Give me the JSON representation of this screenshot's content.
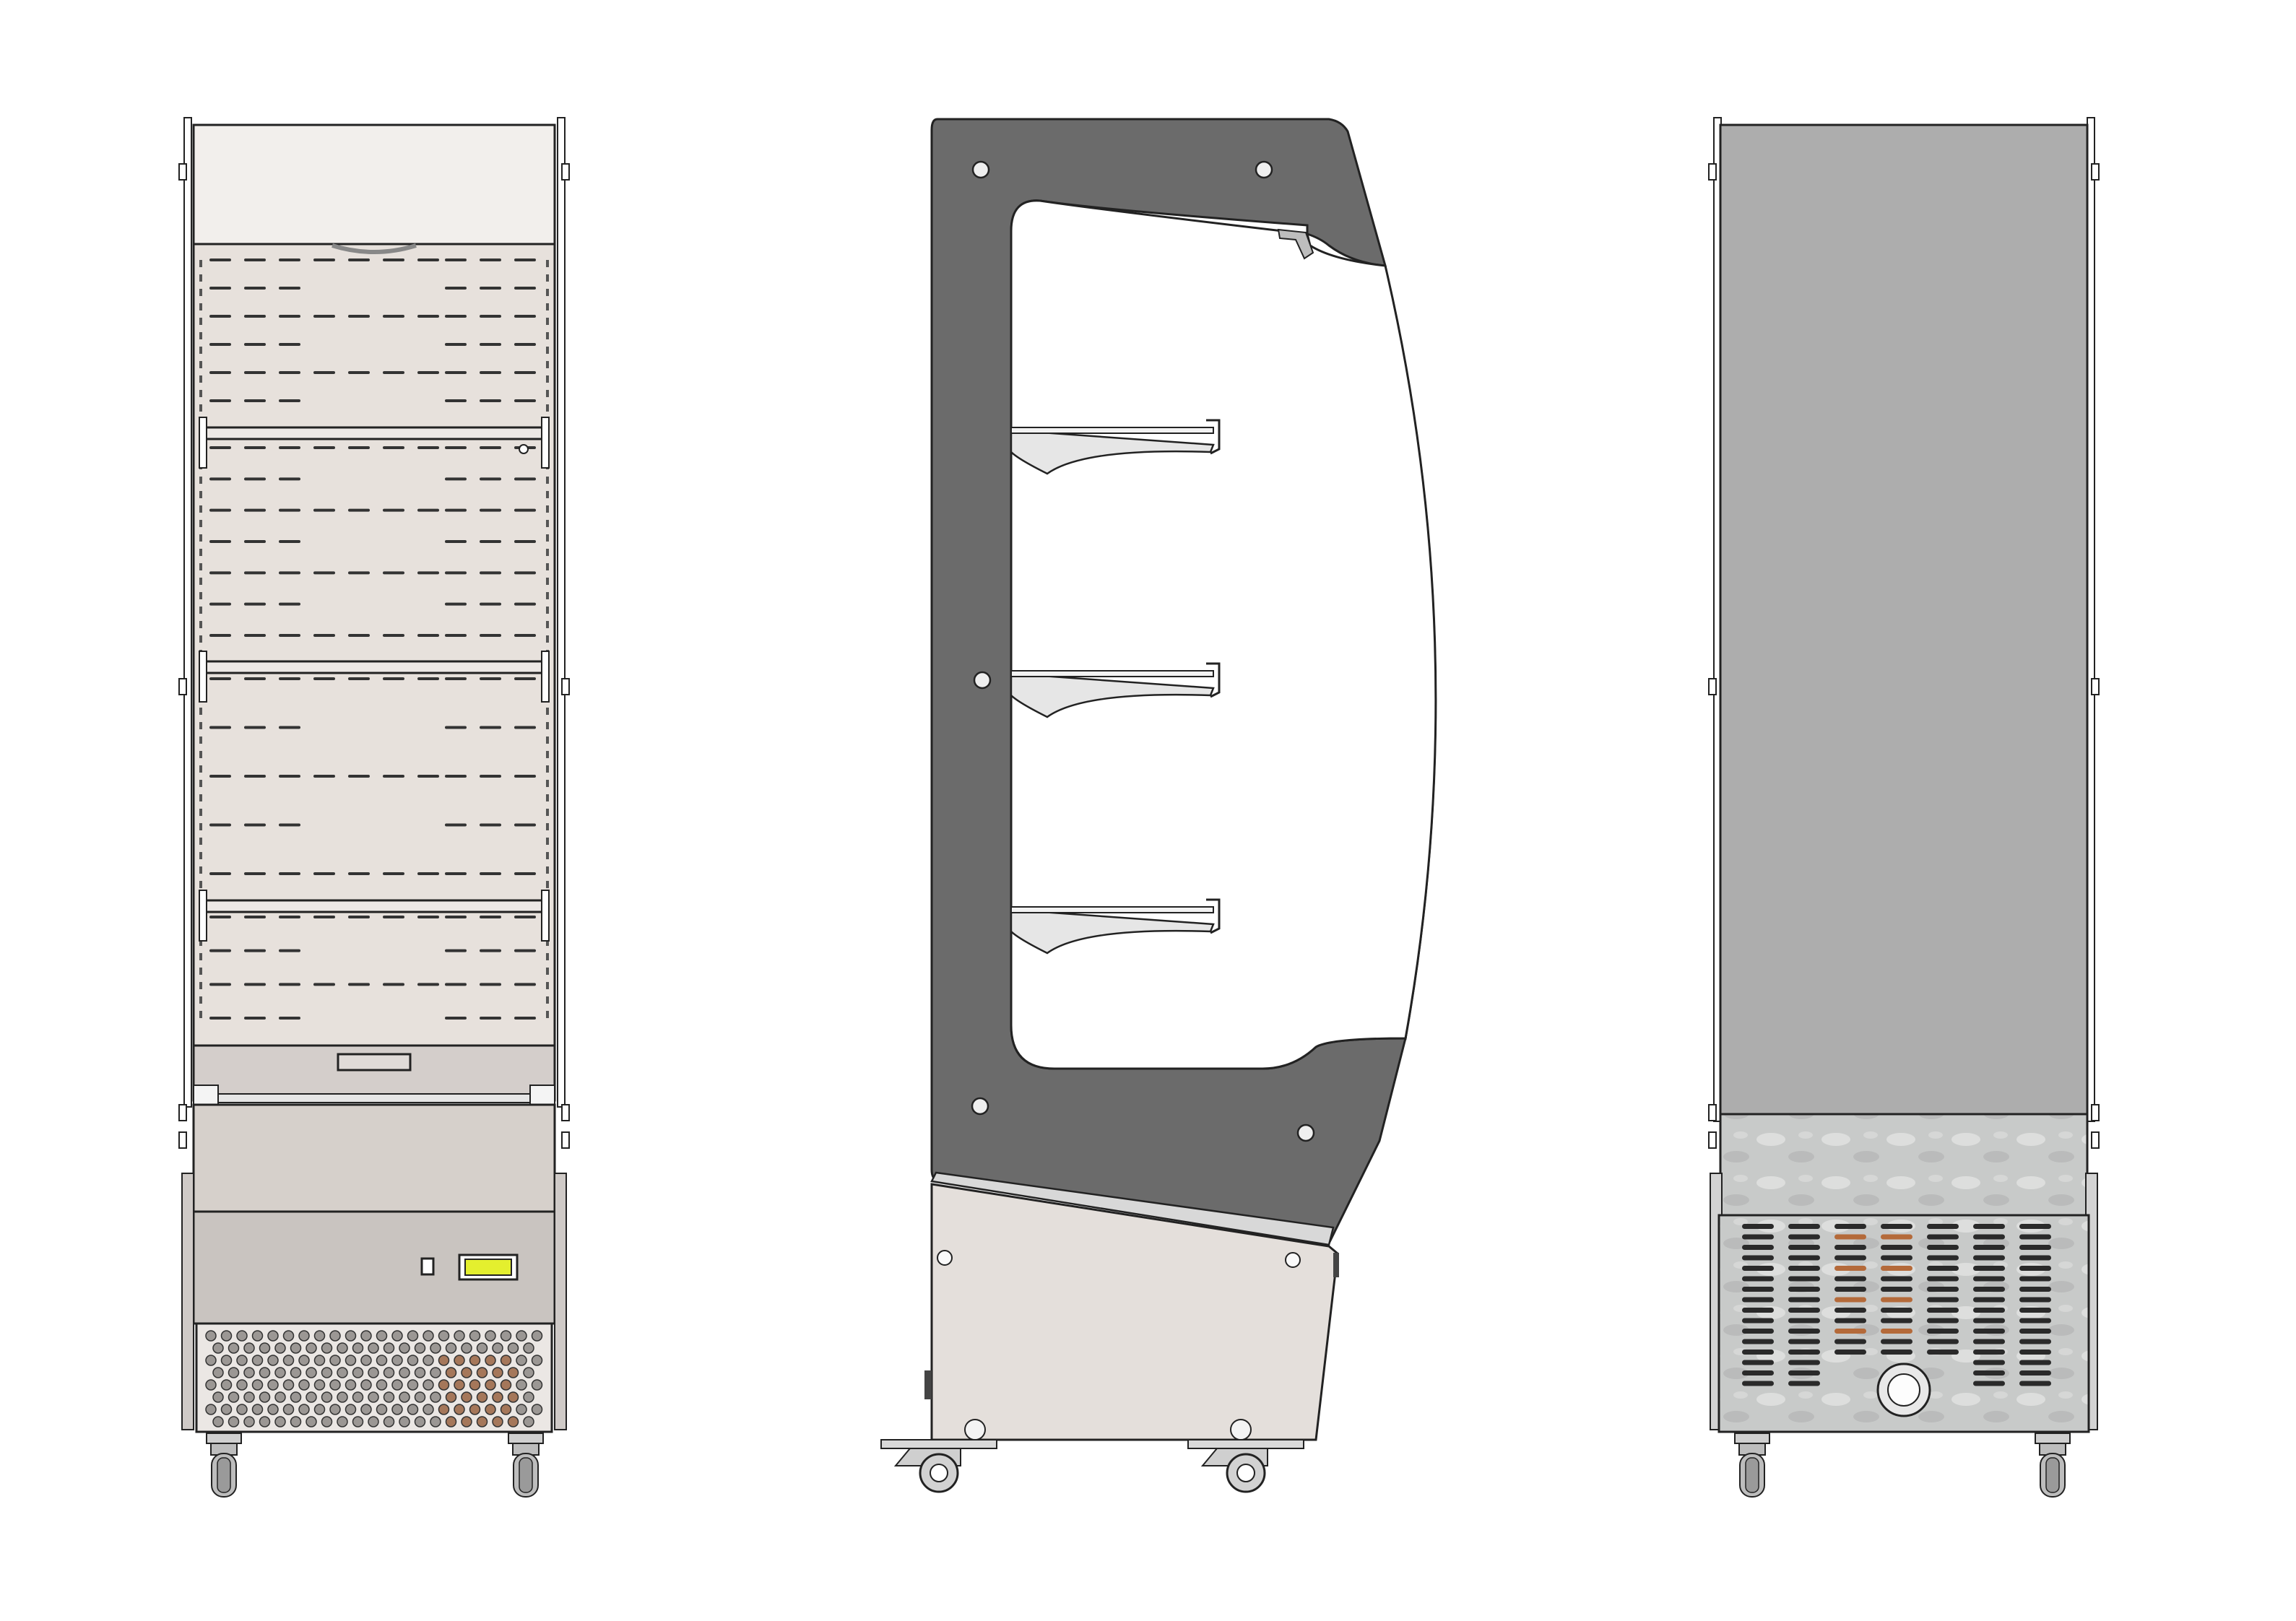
{
  "drawing": {
    "views": [
      {
        "id": "front",
        "name": "front-view"
      },
      {
        "id": "side",
        "name": "side-view"
      },
      {
        "id": "rear",
        "name": "rear-view"
      }
    ]
  },
  "front": {
    "shelf_count": 3,
    "louvre_rows_per_section": [
      6,
      7,
      5,
      4
    ],
    "controller_display": "",
    "colors": {
      "canopy": "#f2efec",
      "back_panel": "#e7e1dc",
      "base_panel": "#d6d0cb",
      "kickplate": "#c9c4c0",
      "grille": "#9b9794",
      "display": "#e4ef2e",
      "outline": "#222222"
    }
  },
  "side": {
    "shelf_count": 3,
    "colors": {
      "side_panel": "#6b6b6b",
      "glass": "#ffffff",
      "base": "#e4dfdb",
      "trim": "#d8d8d8",
      "outline": "#222222"
    }
  },
  "rear": {
    "colors": {
      "back_panel": "#adadad",
      "galvanized": "#c8cac9",
      "galvanized_mottle": "#e2e3e2",
      "vent_dark": "#2a2a2a",
      "copper": "#b46a3a",
      "outline": "#222222"
    }
  },
  "casters": {
    "count_visible_per_view": 2,
    "colors": {
      "wheel": "#bdbdbd",
      "hub": "#f0f0f0",
      "outline": "#222222"
    }
  }
}
